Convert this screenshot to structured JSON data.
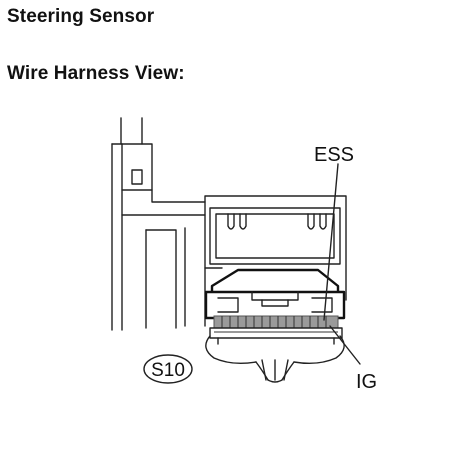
{
  "header": {
    "title": "Steering Sensor",
    "view_title": "Wire Harness View:"
  },
  "diagram": {
    "connector_id": "S10",
    "callouts": [
      {
        "label": "ESS"
      },
      {
        "label": "IG"
      }
    ]
  },
  "colors": {
    "line": "#222222",
    "terminal_fill": "#9a9a9a",
    "background": "#ffffff"
  }
}
